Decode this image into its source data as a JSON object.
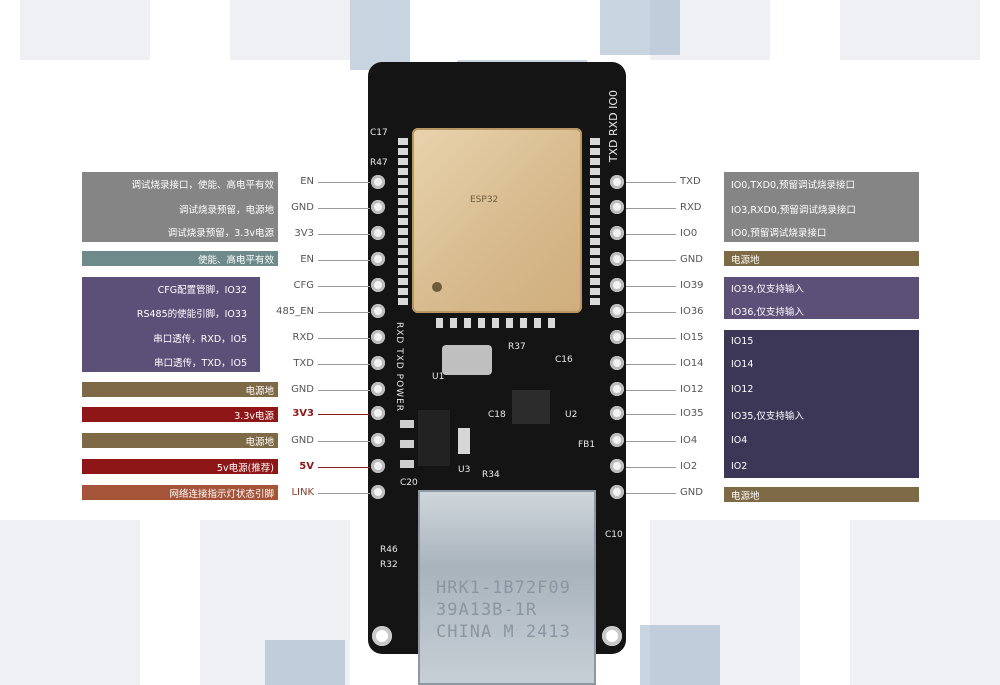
{
  "board": {
    "module_logo_text": "ESP32",
    "rj45_lines": [
      "HRK1-1B72F09",
      "39A13B-1R",
      "CHINA M 2413"
    ],
    "silk": {
      "top_right": [
        "TXD",
        "RXD",
        "IO0"
      ],
      "c17": "C17",
      "r47": "R47",
      "rxd_txd_power": "RXD TXD POWER",
      "r37": "R37",
      "u1": "U1",
      "c16": "C16",
      "c18": "C18",
      "u2": "U2",
      "fb1": "FB1",
      "u3": "U3",
      "r34": "R34",
      "c10": "C10",
      "r46": "R46",
      "r32": "R32",
      "c20": "C20"
    }
  },
  "left_pins": [
    "EN",
    "GND",
    "3V3",
    "EN",
    "CFG",
    "485_EN",
    "RXD",
    "TXD",
    "GND",
    "3V3",
    "GND",
    "5V",
    "LINK"
  ],
  "right_pins": [
    "TXD",
    "RXD",
    "IO0",
    "GND",
    "IO39",
    "IO36",
    "IO15",
    "IO14",
    "IO12",
    "IO35",
    "IO4",
    "IO2",
    "GND"
  ],
  "left_labels": {
    "group1": [
      "调试烧录接口，使能、高电平有效",
      "调试烧录预留，电源地",
      "调试烧录预留，3.3v电源"
    ],
    "en": "使能、高电平有效",
    "group2": [
      "CFG配置管脚，IO32",
      "RS485的使能引脚，IO33",
      "串口透传，RXD，IO5",
      "串口透传，TXD，IO5"
    ],
    "gnd1": "电源地",
    "v33": "3.3v电源",
    "gnd2": "电源地",
    "v5": "5v电源(推荐)",
    "link": "网络连接指示灯状态引脚"
  },
  "right_labels": {
    "group1": [
      "IO0,TXD0,预留调试烧录接口",
      "IO3,RXD0,预留调试烧录接口",
      "IO0,预留调试烧录接口"
    ],
    "gnd1": "电源地",
    "group2": [
      "IO39,仅支持输入",
      "IO36,仅支持输入"
    ],
    "group3": [
      "IO15",
      "IO14",
      "IO12",
      "IO35,仅支持输入",
      "IO4",
      "IO2"
    ],
    "gnd2": "电源地"
  },
  "colors": {
    "gray_box": "#858585",
    "teal_box": "#6f8a8a",
    "purple_box": "#5d5078",
    "brown_box": "#7f6a48",
    "red_box": "#8e1616",
    "orange_box": "#a5543a",
    "dark_purple_box": "#3c3756"
  }
}
